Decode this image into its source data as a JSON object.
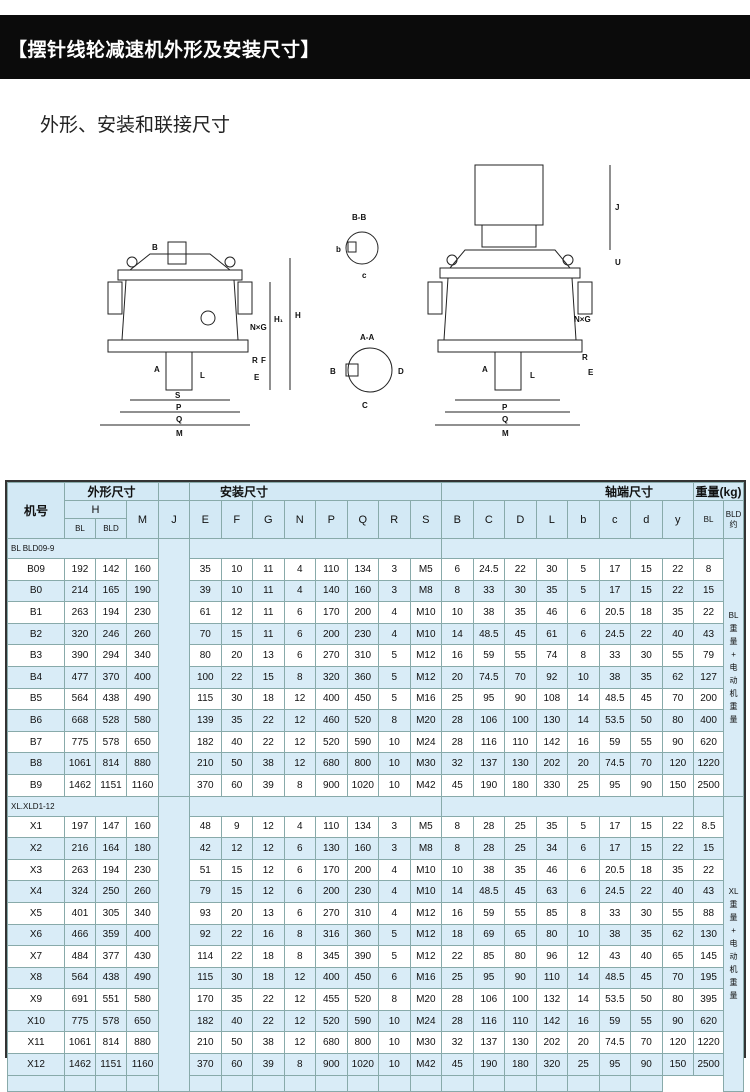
{
  "banner_title": "【摆针线轮减速机外形及安装尺寸】",
  "subtitle": "外形、安装和联接尺寸",
  "diagram_labels": {
    "B": "B",
    "H": "H",
    "H1": "H₁",
    "NG": "N×G",
    "R": "R",
    "F": "F",
    "E": "E",
    "A": "A",
    "L": "L",
    "P": "P",
    "Q": "Q",
    "M": "M",
    "S": "S",
    "BB": "B-B",
    "AA": "A-A",
    "b": "b",
    "c": "c",
    "C": "C",
    "D": "D",
    "J": "J",
    "U": "U"
  },
  "table": {
    "header": {
      "model": "机号",
      "outline": "外形尺寸",
      "install": "安装尺寸",
      "shaft": "轴端尺寸",
      "weight": "重量(kg)",
      "H": "H",
      "BL": "BL",
      "BLD": "BLD",
      "M": "M",
      "J": "J",
      "install_cols": [
        "E",
        "F",
        "G",
        "N",
        "P",
        "Q",
        "R",
        "S"
      ],
      "shaft_cols": [
        "B",
        "C",
        "D",
        "L",
        "b",
        "c",
        "d",
        "y"
      ],
      "w_BL": "BL",
      "w_BLD": "BLD约"
    },
    "sections": [
      {
        "label": "BL BLD09-9",
        "note": [
          "BL",
          "重",
          "量",
          "+",
          "电",
          "动",
          "机",
          "重",
          "量"
        ],
        "rows": [
          [
            "B09",
            "192",
            "142",
            "160",
            "35",
            "10",
            "11",
            "4",
            "110",
            "134",
            "3",
            "M5",
            "6",
            "24.5",
            "22",
            "30",
            "5",
            "17",
            "15",
            "22",
            "8"
          ],
          [
            "B0",
            "214",
            "165",
            "190",
            "39",
            "10",
            "11",
            "4",
            "140",
            "160",
            "3",
            "M8",
            "8",
            "33",
            "30",
            "35",
            "5",
            "17",
            "15",
            "22",
            "15"
          ],
          [
            "B1",
            "263",
            "194",
            "230",
            "61",
            "12",
            "11",
            "6",
            "170",
            "200",
            "4",
            "M10",
            "10",
            "38",
            "35",
            "46",
            "6",
            "20.5",
            "18",
            "35",
            "22"
          ],
          [
            "B2",
            "320",
            "246",
            "260",
            "70",
            "15",
            "11",
            "6",
            "200",
            "230",
            "4",
            "M10",
            "14",
            "48.5",
            "45",
            "61",
            "6",
            "24.5",
            "22",
            "40",
            "43"
          ],
          [
            "B3",
            "390",
            "294",
            "340",
            "80",
            "20",
            "13",
            "6",
            "270",
            "310",
            "5",
            "M12",
            "16",
            "59",
            "55",
            "74",
            "8",
            "33",
            "30",
            "55",
            "79"
          ],
          [
            "B4",
            "477",
            "370",
            "400",
            "100",
            "22",
            "15",
            "8",
            "320",
            "360",
            "5",
            "M12",
            "20",
            "74.5",
            "70",
            "92",
            "10",
            "38",
            "35",
            "62",
            "127"
          ],
          [
            "B5",
            "564",
            "438",
            "490",
            "115",
            "30",
            "18",
            "12",
            "400",
            "450",
            "5",
            "M16",
            "25",
            "95",
            "90",
            "108",
            "14",
            "48.5",
            "45",
            "70",
            "200"
          ],
          [
            "B6",
            "668",
            "528",
            "580",
            "139",
            "35",
            "22",
            "12",
            "460",
            "520",
            "8",
            "M20",
            "28",
            "106",
            "100",
            "130",
            "14",
            "53.5",
            "50",
            "80",
            "400"
          ],
          [
            "B7",
            "775",
            "578",
            "650",
            "182",
            "40",
            "22",
            "12",
            "520",
            "590",
            "10",
            "M24",
            "28",
            "116",
            "110",
            "142",
            "16",
            "59",
            "55",
            "90",
            "620"
          ],
          [
            "B8",
            "1061",
            "814",
            "880",
            "210",
            "50",
            "38",
            "12",
            "680",
            "800",
            "10",
            "M30",
            "32",
            "137",
            "130",
            "202",
            "20",
            "74.5",
            "70",
            "120",
            "1220"
          ],
          [
            "B9",
            "1462",
            "1151",
            "1160",
            "370",
            "60",
            "39",
            "8",
            "900",
            "1020",
            "10",
            "M42",
            "45",
            "190",
            "180",
            "330",
            "25",
            "95",
            "90",
            "150",
            "2500"
          ]
        ]
      },
      {
        "label": "XL.XLD1-12",
        "note": [
          "XL",
          "重",
          "量",
          "+",
          "电",
          "动",
          "机",
          "重",
          "量"
        ],
        "rows": [
          [
            "X1",
            "197",
            "147",
            "160",
            "48",
            "9",
            "12",
            "4",
            "110",
            "134",
            "3",
            "M5",
            "8",
            "28",
            "25",
            "35",
            "5",
            "17",
            "15",
            "22",
            "8.5"
          ],
          [
            "X2",
            "216",
            "164",
            "180",
            "42",
            "12",
            "12",
            "6",
            "130",
            "160",
            "3",
            "M8",
            "8",
            "28",
            "25",
            "34",
            "6",
            "17",
            "15",
            "22",
            "15"
          ],
          [
            "X3",
            "263",
            "194",
            "230",
            "51",
            "15",
            "12",
            "6",
            "170",
            "200",
            "4",
            "M10",
            "10",
            "38",
            "35",
            "46",
            "6",
            "20.5",
            "18",
            "35",
            "22"
          ],
          [
            "X4",
            "324",
            "250",
            "260",
            "79",
            "15",
            "12",
            "6",
            "200",
            "230",
            "4",
            "M10",
            "14",
            "48.5",
            "45",
            "63",
            "6",
            "24.5",
            "22",
            "40",
            "43"
          ],
          [
            "X5",
            "401",
            "305",
            "340",
            "93",
            "20",
            "13",
            "6",
            "270",
            "310",
            "4",
            "M12",
            "16",
            "59",
            "55",
            "85",
            "8",
            "33",
            "30",
            "55",
            "88"
          ],
          [
            "X6",
            "466",
            "359",
            "400",
            "92",
            "22",
            "16",
            "8",
            "316",
            "360",
            "5",
            "M12",
            "18",
            "69",
            "65",
            "80",
            "10",
            "38",
            "35",
            "62",
            "130"
          ],
          [
            "X7",
            "484",
            "377",
            "430",
            "114",
            "22",
            "18",
            "8",
            "345",
            "390",
            "5",
            "M12",
            "22",
            "85",
            "80",
            "96",
            "12",
            "43",
            "40",
            "65",
            "145"
          ],
          [
            "X8",
            "564",
            "438",
            "490",
            "115",
            "30",
            "18",
            "12",
            "400",
            "450",
            "6",
            "M16",
            "25",
            "95",
            "90",
            "110",
            "14",
            "48.5",
            "45",
            "70",
            "195"
          ],
          [
            "X9",
            "691",
            "551",
            "580",
            "170",
            "35",
            "22",
            "12",
            "455",
            "520",
            "8",
            "M20",
            "28",
            "106",
            "100",
            "132",
            "14",
            "53.5",
            "50",
            "80",
            "395"
          ],
          [
            "X10",
            "775",
            "578",
            "650",
            "182",
            "40",
            "22",
            "12",
            "520",
            "590",
            "10",
            "M24",
            "28",
            "116",
            "110",
            "142",
            "16",
            "59",
            "55",
            "90",
            "620"
          ],
          [
            "X11",
            "1061",
            "814",
            "880",
            "210",
            "50",
            "38",
            "12",
            "680",
            "800",
            "10",
            "M30",
            "32",
            "137",
            "130",
            "202",
            "20",
            "74.5",
            "70",
            "120",
            "1220"
          ],
          [
            "X12",
            "1462",
            "1151",
            "1160",
            "370",
            "60",
            "39",
            "8",
            "900",
            "1020",
            "10",
            "M42",
            "45",
            "190",
            "180",
            "320",
            "25",
            "95",
            "90",
            "150",
            "2500"
          ]
        ]
      }
    ]
  }
}
